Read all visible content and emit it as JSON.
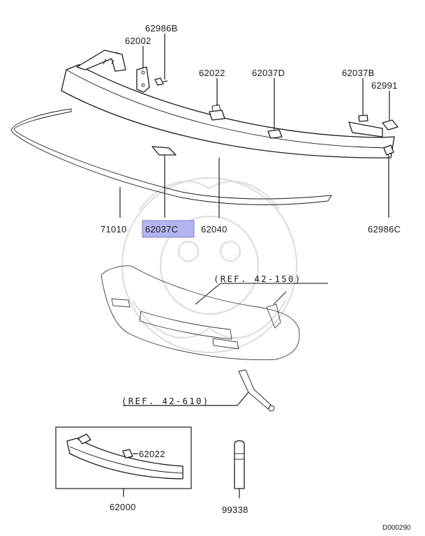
{
  "diagram": {
    "part_labels": {
      "p62986B": "62986B",
      "p62002": "62002",
      "p62022_top": "62022",
      "p62037D": "62037D",
      "p62037B": "62037B",
      "p62991": "62991",
      "p71010": "71010",
      "p62037C": "62037C",
      "p62040": "62040",
      "p62986C": "62986C",
      "p62022_kit": "62022",
      "p62000": "62000",
      "p99338": "99338"
    },
    "references": {
      "ref_42_150": "(REF. 42-150)",
      "ref_42_610": "(REF. 42-610)"
    },
    "diagram_id": "D000290",
    "highlighted_part": "62037C",
    "highlight_color": "#b4b4f0"
  }
}
